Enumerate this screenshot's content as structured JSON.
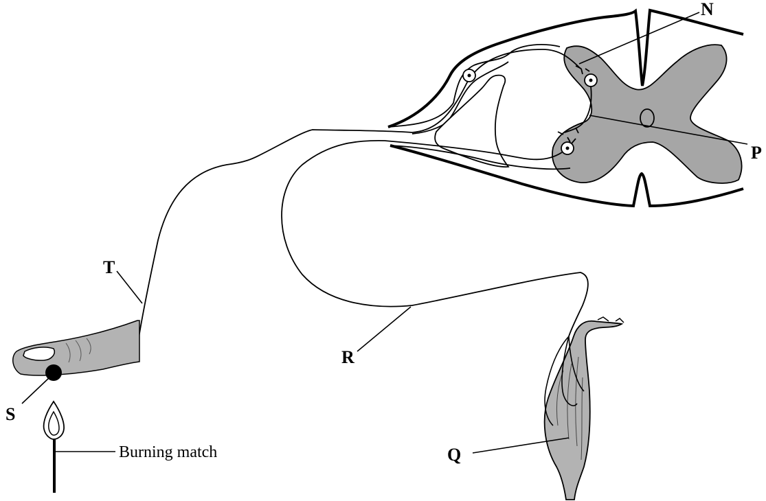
{
  "diagram": {
    "labels": {
      "N": "N",
      "P": "P",
      "Q": "Q",
      "R": "R",
      "S": "S",
      "T": "T"
    },
    "caption": "Burning match"
  },
  "colors": {
    "grey_matter": "#a6a6a6",
    "tissue": "#b3b3b3",
    "line": "#000000",
    "background": "#ffffff"
  }
}
